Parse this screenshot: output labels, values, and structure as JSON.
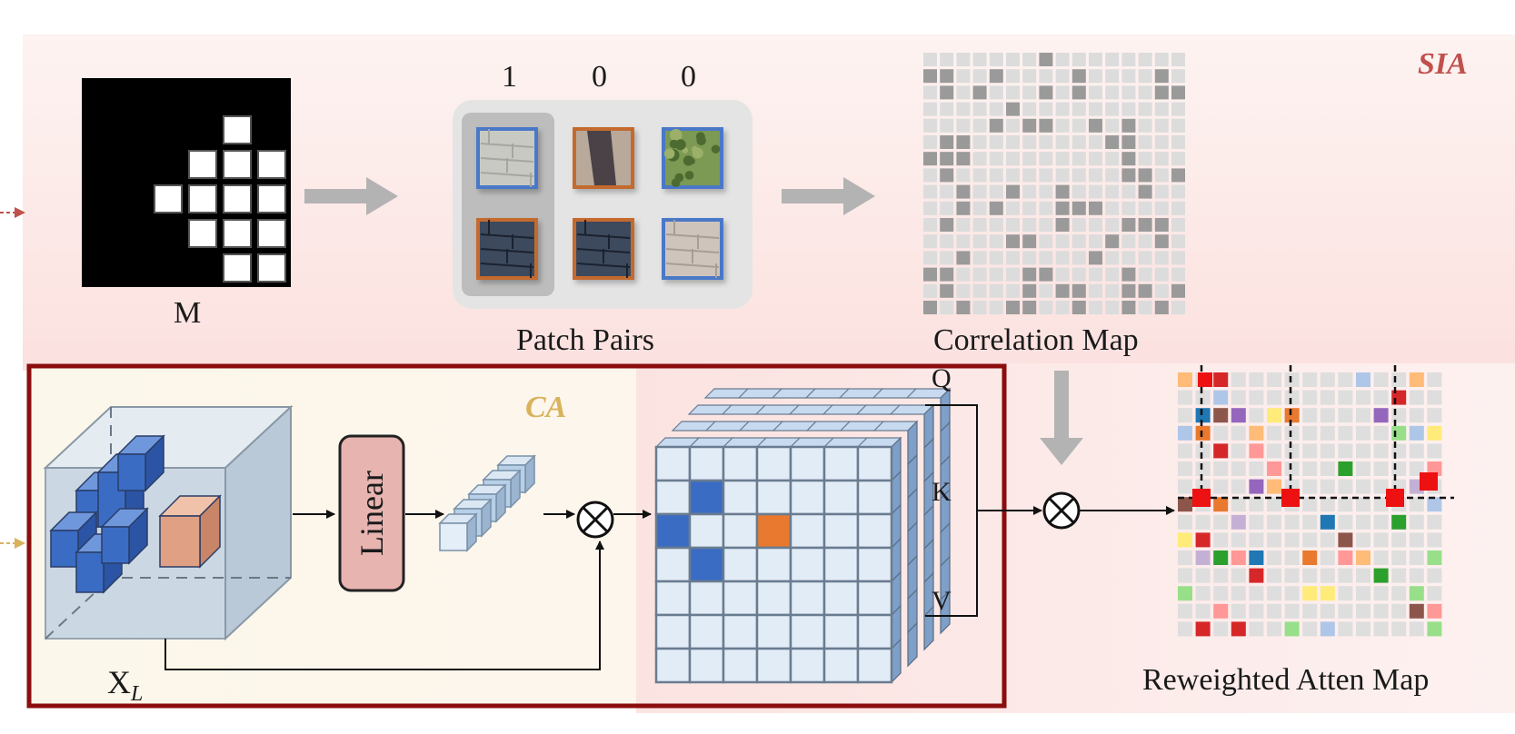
{
  "sia_label": "SIA",
  "ca_label": "CA",
  "mask": {
    "label": "M",
    "grid": [
      [
        1,
        1,
        1,
        1,
        1,
        1
      ],
      [
        1,
        1,
        1,
        1,
        0,
        1
      ],
      [
        1,
        1,
        1,
        0,
        0,
        0
      ],
      [
        1,
        1,
        0,
        0,
        0,
        0
      ],
      [
        1,
        1,
        1,
        0,
        0,
        0
      ],
      [
        1,
        1,
        1,
        1,
        0,
        0
      ]
    ]
  },
  "patch_pairs": {
    "label": "Patch Pairs",
    "pair_scores": [
      "1",
      "0",
      "0"
    ]
  },
  "correlation_map": {
    "label": "Correlation Map"
  },
  "linear_label": "Linear",
  "xl_label": {
    "base": "X",
    "sub": "L"
  },
  "qkv_labels": [
    "Q",
    "K",
    "V"
  ],
  "reweighted_map": {
    "label": "Reweighted Atten Map"
  },
  "colors": {
    "sia": "#c0504d",
    "ca": "#d9b25c",
    "ca_border": "#8b0d0d",
    "linear_fill": "#e8b4b0",
    "blue": "#3b6cc4",
    "orange": "#e8792e"
  }
}
